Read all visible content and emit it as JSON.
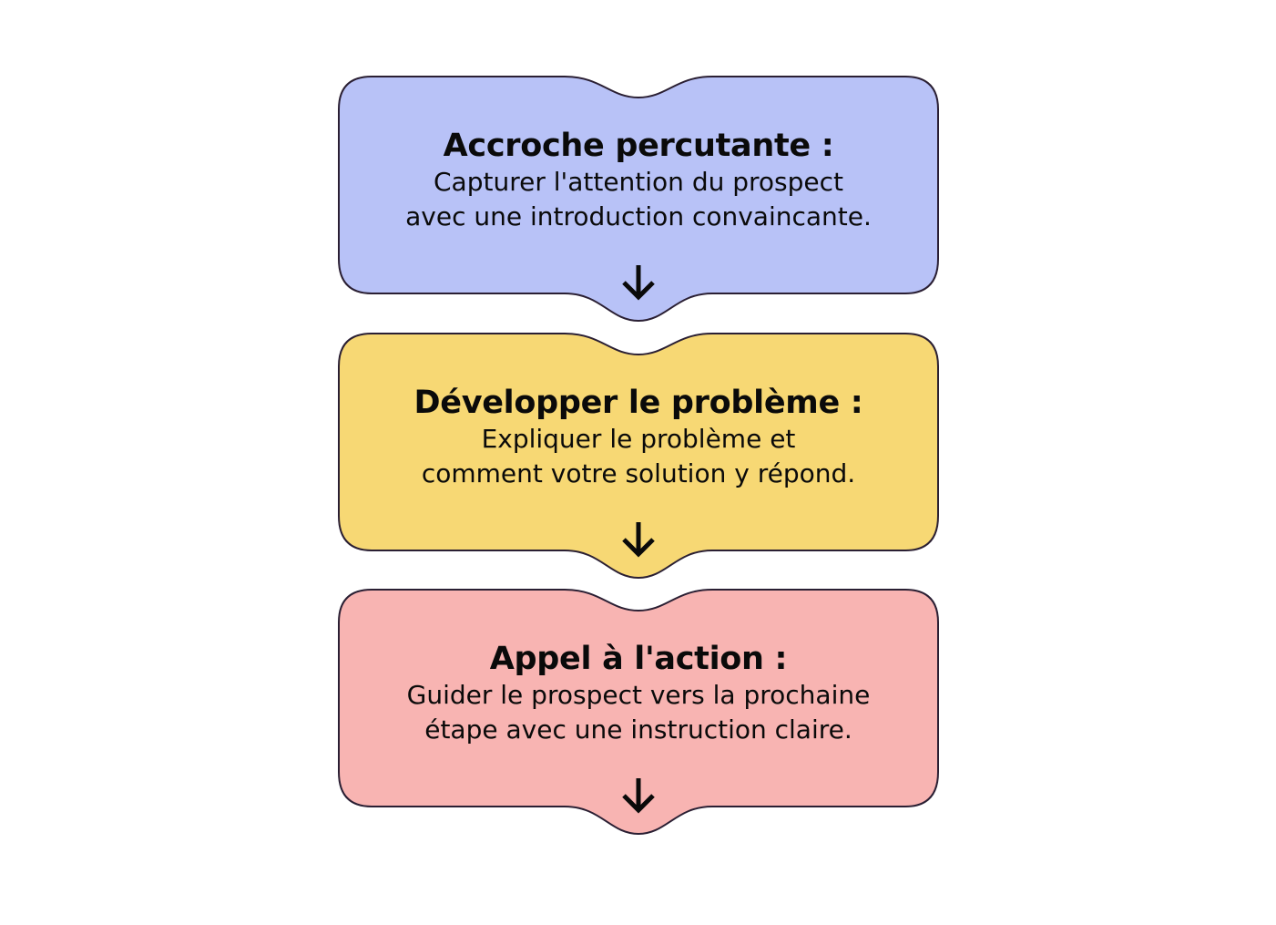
{
  "steps": [
    {
      "title": "Accroche percutante :",
      "description": "Capturer l'attention du prospect\navec une introduction convaincante.",
      "color": "#b8c2f7",
      "icon": "arrow-down-icon"
    },
    {
      "title": "Développer le problème :",
      "description": "Expliquer le problème et\ncomment votre solution y répond.",
      "color": "#f7d874",
      "icon": "arrow-down-icon"
    },
    {
      "title": "Appel à l'action :",
      "description": "Guider le prospect vers la prochaine\nétape avec une instruction claire.",
      "color": "#f8b4b2",
      "icon": "arrow-down-icon"
    }
  ],
  "stroke_color": "#2a1f33"
}
